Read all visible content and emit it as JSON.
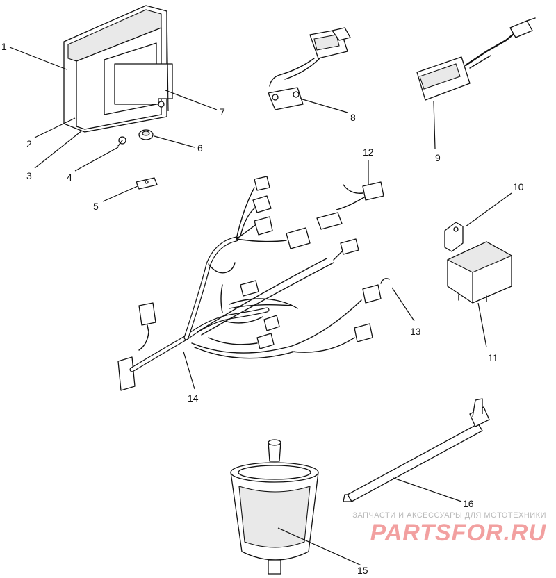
{
  "callouts": [
    "1",
    "2",
    "3",
    "4",
    "5",
    "6",
    "7",
    "8",
    "9",
    "10",
    "11",
    "12",
    "13",
    "14",
    "15",
    "16"
  ],
  "watermark": {
    "tagline": "ЗАПЧАСТИ И АКСЕССУАРЫ ДЛЯ МОТОТЕХНИКИ",
    "brand": "PARTSFOR.RU"
  },
  "colors": {
    "line": "#111111",
    "watermark_brand": "#f2a0a0",
    "watermark_tagline": "#b9b9b9"
  }
}
